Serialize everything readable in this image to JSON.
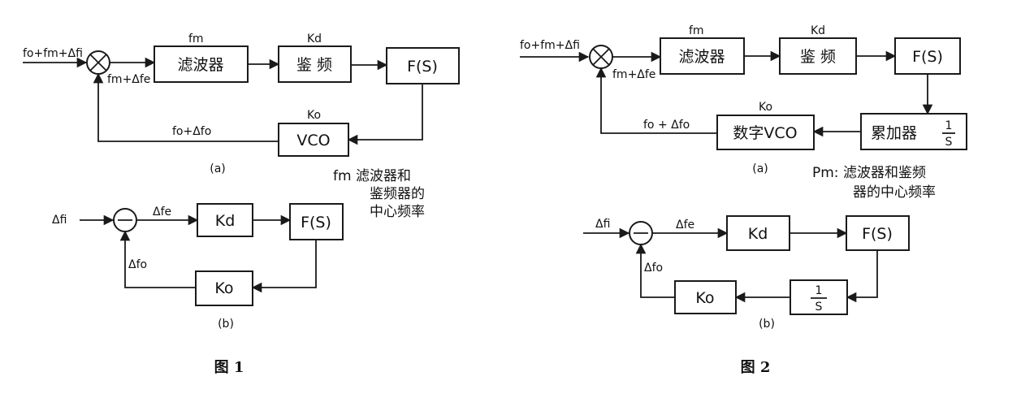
{
  "figure1": {
    "diagram_a": {
      "input": "fo+fm+Δfi",
      "mixer_out": "fm+Δfe",
      "feedback": "fo+Δfo",
      "filter": {
        "label": "滤波器",
        "param": "fm"
      },
      "discriminator": {
        "label": "鉴 频",
        "param": "Kd"
      },
      "loop_filter": {
        "label": "F(S)"
      },
      "vco": {
        "label": "VCO",
        "param": "Ko"
      },
      "label": "(a)",
      "note": [
        "fm 滤波器和",
        "鉴频器的",
        "中心频率"
      ]
    },
    "diagram_b": {
      "input": "Δfi",
      "error": "Δfe",
      "feedback": "Δfo",
      "kd": "Kd",
      "fs": "F(S)",
      "ko": "Ko",
      "label": "(b)"
    },
    "caption": "图 1"
  },
  "figure2": {
    "diagram_a": {
      "input": "fo+fm+Δfi",
      "mixer_out": "fm+Δfe",
      "feedback": "fo + Δfo",
      "filter": {
        "label": "滤波器",
        "param": "fm"
      },
      "discriminator": {
        "label": "鉴 频",
        "param": "Kd"
      },
      "loop_filter": {
        "label": "F(S)"
      },
      "accumulator": {
        "label": "累加器",
        "frac_num": "1",
        "frac_den": "S"
      },
      "dvco": {
        "label": "数字VCO",
        "param": "Ko"
      },
      "label": "(a)",
      "note": [
        "Pm: 滤波器和鉴频",
        "器的中心频率"
      ]
    },
    "diagram_b": {
      "input": "Δfi",
      "error": "Δfe",
      "feedback": "Δfo",
      "kd": "Kd",
      "fs": "F(S)",
      "integ_num": "1",
      "integ_den": "S",
      "ko": "Ko",
      "label": "(b)"
    },
    "caption": "图 2"
  }
}
